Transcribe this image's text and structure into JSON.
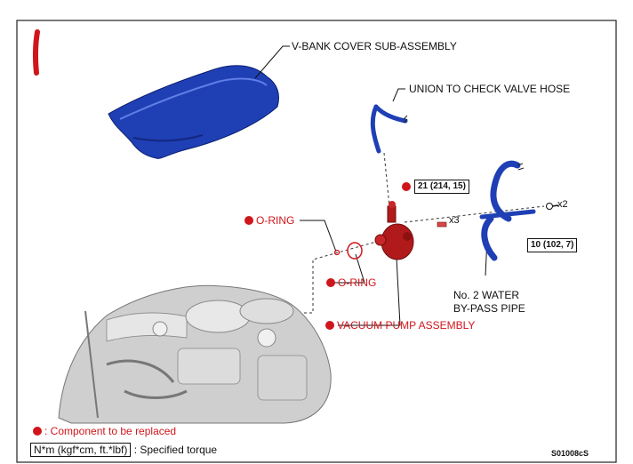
{
  "labels": {
    "vbank_cover": "V-BANK COVER SUB-ASSEMBLY",
    "union_hose": "UNION TO CHECK VALVE HOSE",
    "o_ring_1": "O-RING",
    "o_ring_2": "O-RING",
    "vacuum_pump": "VACUUM PUMP ASSEMBLY",
    "water_pipe_line1": "No. 2 WATER",
    "water_pipe_line2": "BY-PASS PIPE"
  },
  "torques": {
    "pump_bolt": "21 (214, 15)",
    "pipe_bolt": "10 (102, 7)"
  },
  "quantities": {
    "pump_bolt": "x3",
    "pipe_bolt": "x2"
  },
  "legend": {
    "replace_text": ": Component to be replaced",
    "torque_box": "N*m (kgf*cm, ft.*lbf)",
    "torque_text": ": Specified torque"
  },
  "figure_code": "S01008cS",
  "colors": {
    "replace_red": "#d0161c",
    "part_blue": "#1f3fb5",
    "engine_gray": "#b8b8b8"
  }
}
